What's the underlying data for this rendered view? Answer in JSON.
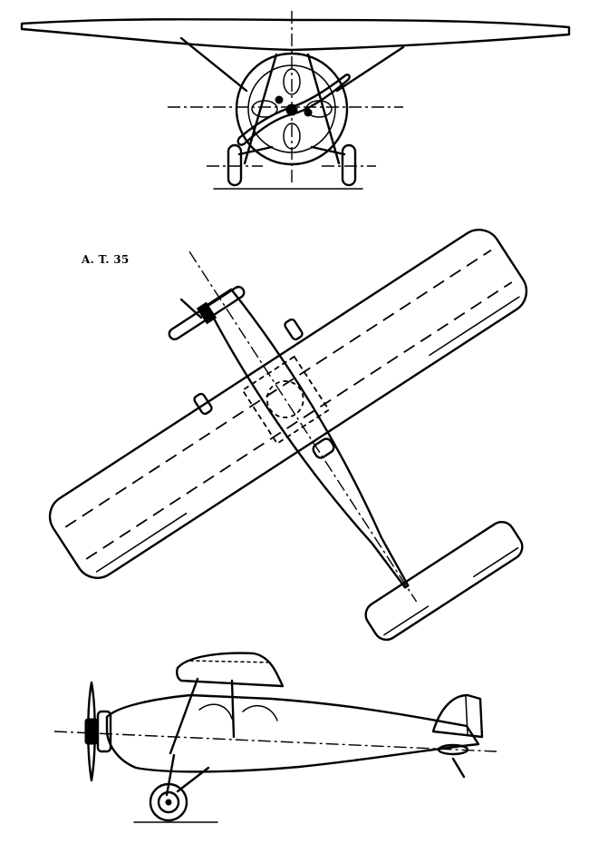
{
  "designation": "A. T. 35",
  "views": [
    "front",
    "top",
    "side"
  ]
}
